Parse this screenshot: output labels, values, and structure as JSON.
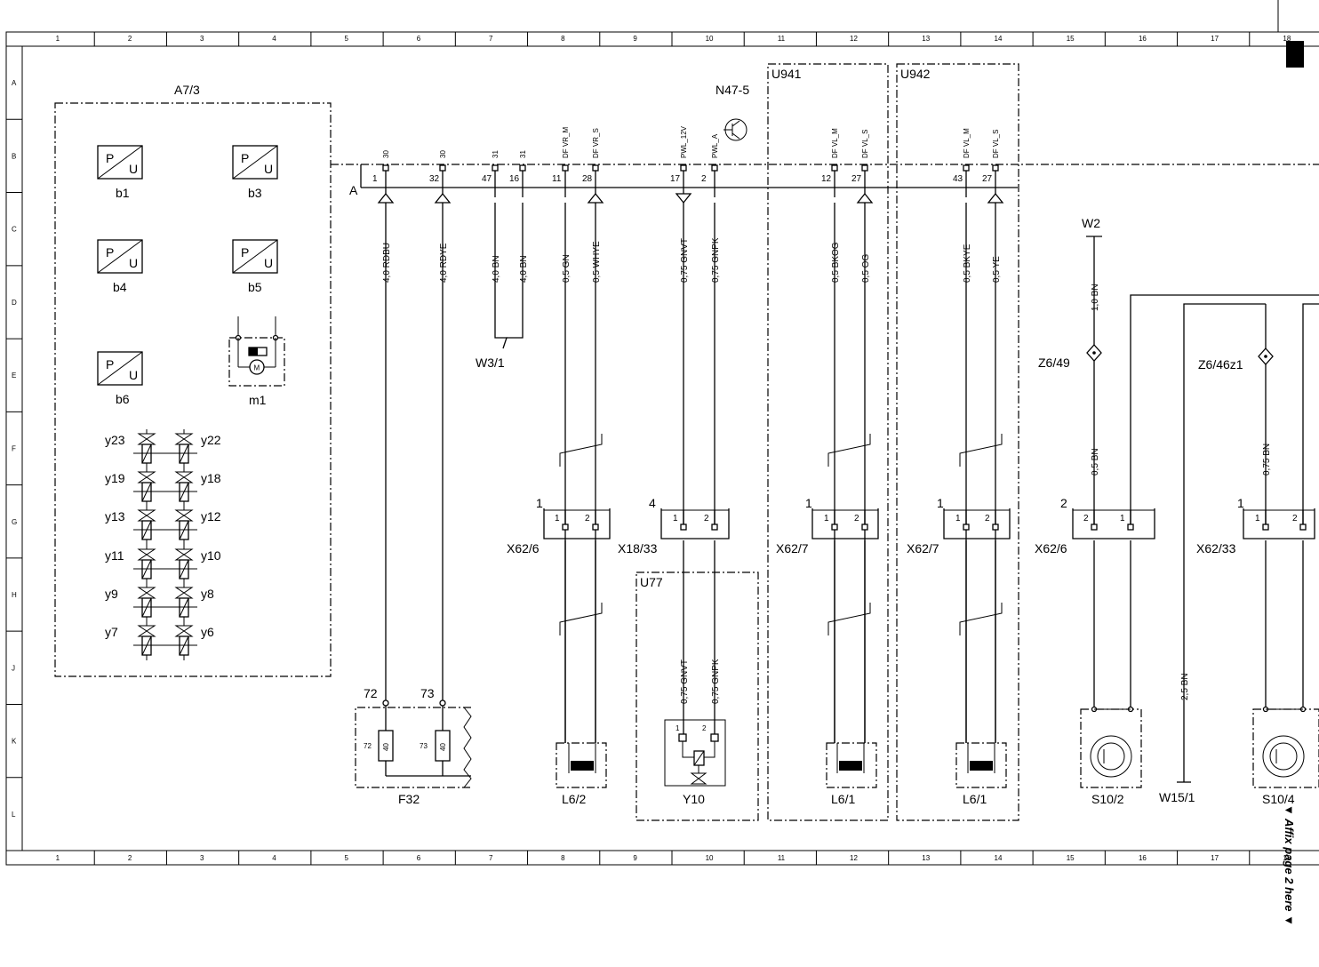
{
  "grid": {
    "columns": [
      "1",
      "2",
      "3",
      "4",
      "5",
      "6",
      "7",
      "8",
      "9",
      "10",
      "11",
      "12",
      "13",
      "14",
      "15",
      "16",
      "17",
      "18"
    ],
    "rows": [
      "A",
      "B",
      "C",
      "D",
      "E",
      "F",
      "G",
      "H",
      "J",
      "K",
      "L"
    ]
  },
  "side_note": "▼ Affix page 2 here ▼",
  "modules": {
    "a7_3": "A7/3",
    "n47_5": "N47-5",
    "u941": "U941",
    "u942": "U942",
    "u77": "U77",
    "a_connector": "A"
  },
  "sensors": [
    {
      "id": "b1",
      "p": "P",
      "u": "U"
    },
    {
      "id": "b3",
      "p": "P",
      "u": "U"
    },
    {
      "id": "b4",
      "p": "P",
      "u": "U"
    },
    {
      "id": "b5",
      "p": "P",
      "u": "U"
    },
    {
      "id": "b6",
      "p": "P",
      "u": "U"
    }
  ],
  "motor": {
    "id": "m1",
    "symbol": "M"
  },
  "valves": [
    "y23",
    "y22",
    "y19",
    "y18",
    "y13",
    "y12",
    "y11",
    "y10",
    "y9",
    "y8",
    "y7",
    "y6"
  ],
  "pins": [
    {
      "fn": "30",
      "num": "1"
    },
    {
      "fn": "30",
      "num": "32"
    },
    {
      "fn": "31",
      "num": "47"
    },
    {
      "fn": "31",
      "num": "16"
    },
    {
      "fn": "DF VR_M",
      "num": "11"
    },
    {
      "fn": "DF VR_S",
      "num": "28"
    },
    {
      "fn": "PWL_12V",
      "num": "17"
    },
    {
      "fn": "PWL_A",
      "num": "2"
    },
    {
      "fn": "DF VL_M",
      "num": "12"
    },
    {
      "fn": "DF VL_S",
      "num": "27"
    },
    {
      "fn": "DF VL_M",
      "num": "43"
    },
    {
      "fn": "DF VL_S",
      "num": "27"
    }
  ],
  "wires": [
    "4,0 RDBU",
    "4,0 RDYE",
    "4,0 BN",
    "4,0 BN",
    "0,5 GN",
    "0,5 WHYE",
    "0,75 GNVT",
    "0,75 GNPK",
    "0,5 BKOG",
    "0,5 OG",
    "0,5 BKYE",
    "0,5 YE",
    "1,0 BN",
    "0,5 BN",
    "0,75 BN",
    "2,5 BN",
    "0,75 GNVT",
    "0,75 GNPK"
  ],
  "grounds": {
    "w3_1": "W3/1",
    "w2": "W2",
    "w15_1": "W15/1"
  },
  "splices": {
    "z6_49": "Z6/49",
    "z6_46z1": "Z6/46z1"
  },
  "connectors": [
    {
      "id": "X62/6",
      "pin_no": "1",
      "pins": [
        "1",
        "2"
      ]
    },
    {
      "id": "X18/33",
      "pin_no": "4",
      "pins": [
        "1",
        "2"
      ]
    },
    {
      "id": "X62/7",
      "pin_no": "1",
      "pins": [
        "1",
        "2"
      ]
    },
    {
      "id": "X62/7",
      "pin_no": "1",
      "pins": [
        "1",
        "2"
      ]
    },
    {
      "id": "X62/6",
      "pin_no": "2",
      "pins": [
        "2",
        "1"
      ]
    },
    {
      "id": "X62/33",
      "pin_no": "1",
      "pins": [
        "1",
        "2"
      ]
    }
  ],
  "fuse_block": {
    "id": "F32",
    "fuses": [
      {
        "num": "72",
        "inner": "72",
        "rating": "40"
      },
      {
        "num": "73",
        "inner": "73",
        "rating": "40"
      }
    ]
  },
  "components": {
    "l6_2": "L6/2",
    "y10": "Y10",
    "l6_1a": "L6/1",
    "l6_1b": "L6/1",
    "s10_2": "S10/2",
    "s10_4": "S10/4",
    "y10_pins": [
      "1",
      "2"
    ]
  }
}
